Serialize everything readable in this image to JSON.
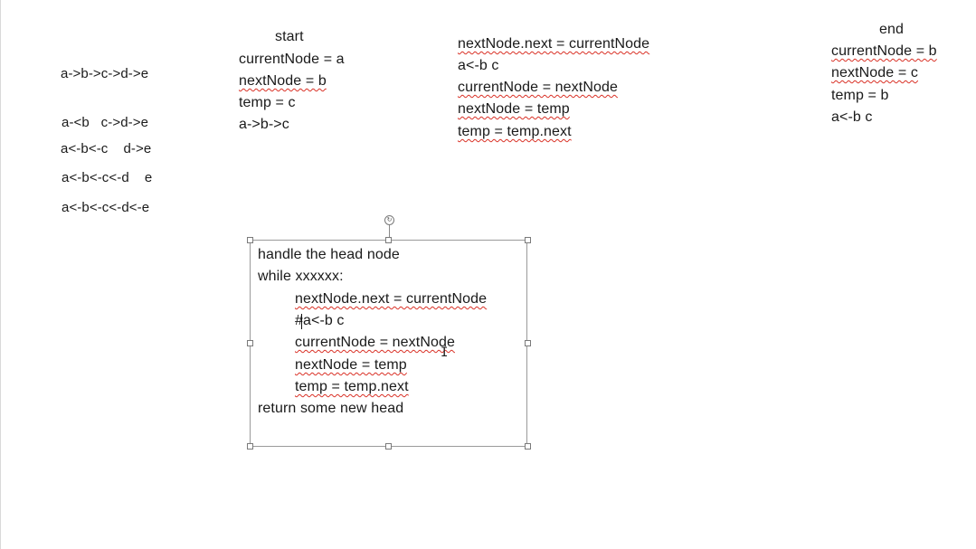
{
  "left_column": [
    "a->b->c->d->e",
    "a-<b   c->d->e",
    "a<-b<-c    d->e",
    "a<-b<-c<-d    e",
    "a<-b<-c<-d<-e"
  ],
  "start_block": {
    "title": "start",
    "lines": [
      "currentNode = a",
      "nextNode = b",
      "temp = c",
      "a->b->c"
    ]
  },
  "middle_block": {
    "lines": [
      "nextNode.next = currentNode",
      "a<-b c",
      "currentNode = nextNode",
      "nextNode = temp",
      "temp = temp.next"
    ]
  },
  "end_block": {
    "title": "end",
    "lines": [
      "currentNode = b",
      "nextNode = c",
      "temp = b",
      "a<-b c"
    ]
  },
  "text_box": {
    "lines": [
      "handle the head node",
      "while xxxxxx:",
      "nextNode.next = currentNode",
      "#a<-b c",
      "currentNode = nextNode",
      "nextNode = temp",
      "temp = temp.next",
      "return some new head"
    ]
  },
  "icons": {
    "rotate_handle": "rotate-icon",
    "mouse_cursor": "ibeam-cursor-icon"
  },
  "colors": {
    "background": "#ffffff",
    "text": "#1a1a1a",
    "spellcheck_underline": "#d93025",
    "selection_border": "#9a9a9a"
  }
}
